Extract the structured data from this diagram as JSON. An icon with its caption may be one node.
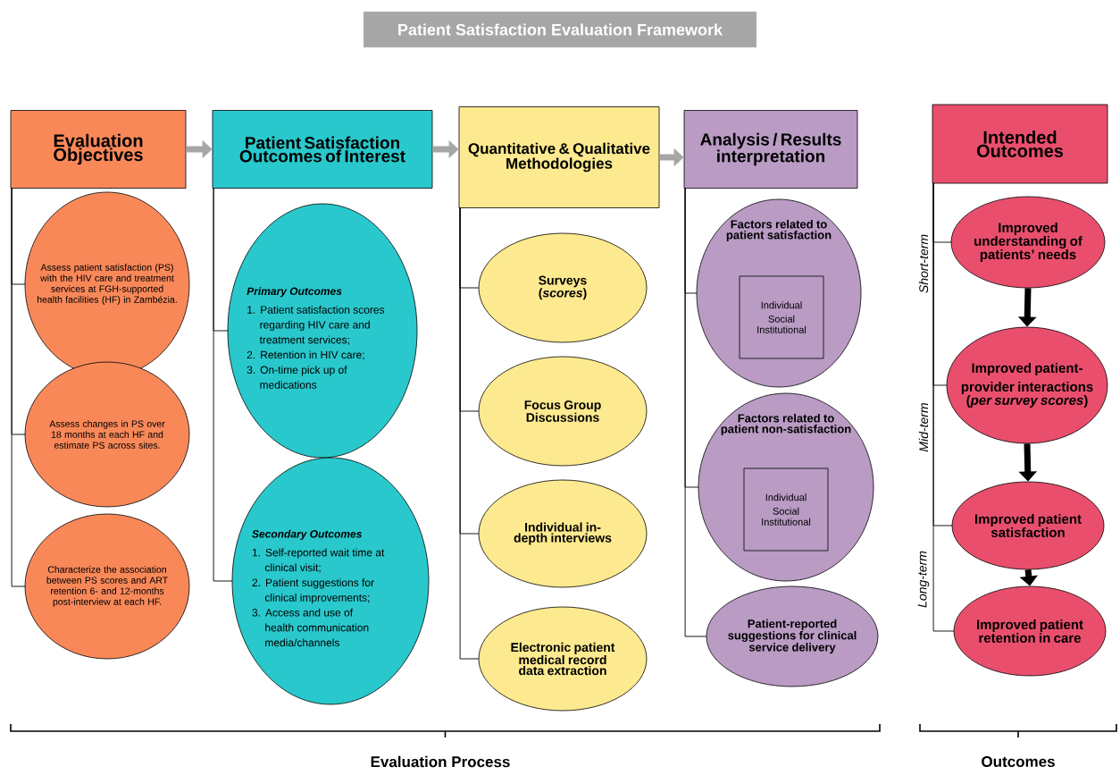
{
  "diagram": {
    "title": "Patient Satisfaction Evaluation Framework",
    "nodes": [
      {
        "text": [
          "Evaluation Objectives"
        ]
      },
      {
        "text": [
          "Assess patient satisfaction (PS) with the HIV care and treatment services at FGH-supported health facilities (HF) in Zambézia."
        ]
      },
      {
        "text": [
          "Assess changes in PS over 18 months at each HF and estimate PS across sites."
        ]
      },
      {
        "text": [
          "Characterize the association between PS scores and ART retention 6- and 12-months post-interview at each HF."
        ]
      },
      {
        "text": [
          "Patient Satisfaction Outcomes of Interest"
        ]
      },
      {
        "text": [
          "Primary Outcomes",
          "1. Patient satisfaction scores regarding HIV care and treatment services;",
          "2. Retention in HIV care;",
          "3. On-time pick up of medications"
        ]
      },
      {
        "text": [
          "Secondary Outcomes",
          "1. Self-reported wait time at clinical visit;",
          "2. Patient suggestions for clinical improvements;",
          "3. Access and use of health communication media/channels"
        ]
      },
      {
        "text": [
          "Quantitative & Qualitative Methodologies"
        ]
      },
      {
        "text": [
          "Surveys",
          "(*scores*)"
        ]
      },
      {
        "text": [
          "Focus Group Discussions"
        ]
      },
      {
        "text": [
          "Individual in-depth interviews"
        ]
      },
      {
        "text": [
          "Electronic patient medical record data extraction"
        ]
      },
      {
        "text": [
          "Analysis / Results interpretation"
        ]
      },
      {
        "text": [
          "Factors related to patient satisfaction"
        ]
      },
      {
        "text": [
          "Individual",
          "Social",
          "Institutional"
        ],
        "in": 13
      },
      {
        "text": [
          "Factors related to patient non-satisfaction"
        ]
      },
      {
        "text": [
          "Individual",
          "Social",
          "Institutional"
        ],
        "in": 15
      },
      {
        "text": [
          "Patient-reported suggestions for clinical service delivery"
        ]
      },
      {
        "text": [
          "Intended Outcomes"
        ]
      },
      {
        "text": [
          "Improved understanding of patients’ needs"
        ]
      },
      {
        "text": [
          "Improved patient-provider interactions",
          "(*per survey scores*)"
        ]
      },
      {
        "text": [
          "Improved patient satisfaction"
        ]
      },
      {
        "text": [
          "Improved patient retention in care"
        ]
      }
    ],
    "edges": [
      {
        "from": 0,
        "to": 4,
        "arrow": "to",
        "style": "thick",
        "color": "#a6a6a6"
      },
      {
        "from": 4,
        "to": 7,
        "arrow": "to",
        "style": "thick",
        "color": "#a6a6a6"
      },
      {
        "from": 7,
        "to": 12,
        "arrow": "to",
        "style": "thick",
        "color": "#a6a6a6"
      },
      {
        "from": 0,
        "to": 1,
        "arrow": "none"
      },
      {
        "from": 0,
        "to": 2,
        "arrow": "none"
      },
      {
        "from": 0,
        "to": 3,
        "arrow": "none"
      },
      {
        "from": 4,
        "to": 5,
        "arrow": "none"
      },
      {
        "from": 4,
        "to": 6,
        "arrow": "none"
      },
      {
        "from": 7,
        "to": 8,
        "arrow": "none"
      },
      {
        "from": 7,
        "to": 9,
        "arrow": "none"
      },
      {
        "from": 7,
        "to": 10,
        "arrow": "none"
      },
      {
        "from": 7,
        "to": 11,
        "arrow": "none"
      },
      {
        "from": 12,
        "to": 13,
        "arrow": "none"
      },
      {
        "from": 12,
        "to": 15,
        "arrow": "none"
      },
      {
        "from": 12,
        "to": 17,
        "arrow": "none"
      },
      {
        "from": 18,
        "to": 19,
        "arrow": "none"
      },
      {
        "from": 18,
        "to": 20,
        "arrow": "none"
      },
      {
        "from": 18,
        "to": 21,
        "arrow": "none"
      },
      {
        "from": 18,
        "to": 22,
        "arrow": "none"
      },
      {
        "from": 19,
        "to": 20,
        "arrow": "to",
        "style": "thick"
      },
      {
        "from": 20,
        "to": 21,
        "arrow": "to",
        "style": "thick"
      },
      {
        "from": 21,
        "to": 22,
        "arrow": "to",
        "style": "thick"
      }
    ],
    "labels": [
      "Short-term",
      "Mid-term",
      "Long-term",
      "Evaluation Process",
      "Outcomes"
    ]
  }
}
